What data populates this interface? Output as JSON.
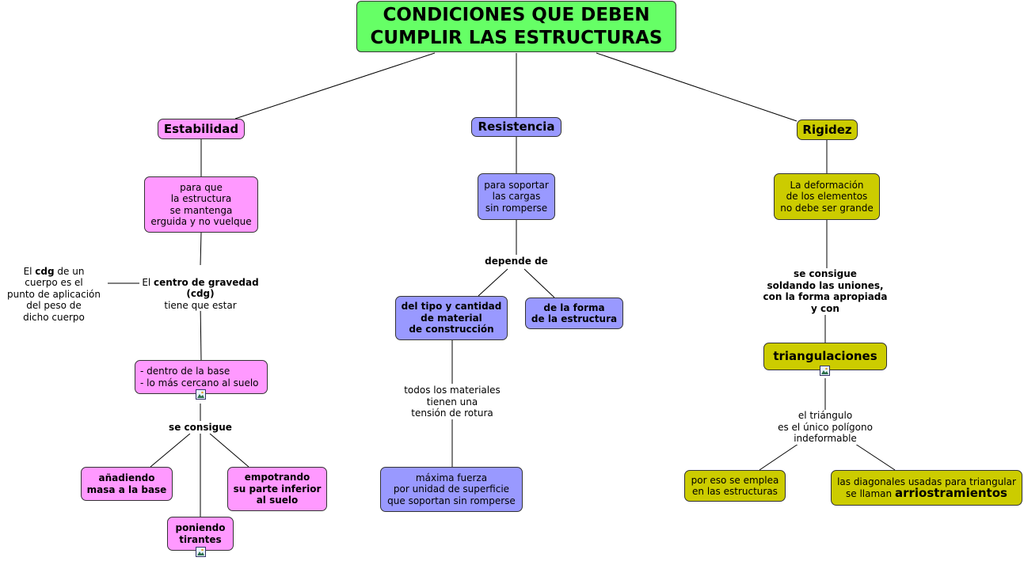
{
  "title": {
    "line1": "CONDICIONES QUE DEBEN",
    "line2": "CUMPLIR LAS ESTRUCTURAS",
    "color": "#66ff66"
  },
  "estabilidad": {
    "color": "#ff99ff",
    "heading": "Estabilidad",
    "purpose": "para que\nla estructura\nse mantenga\nerguida y no vuelque",
    "cdg_note": {
      "pre": "El ",
      "bold": "cdg",
      "post": " de un\ncuerpo es el\npunto de aplicación\ndel peso de\ndicho cuerpo"
    },
    "cdg_text": {
      "pre": "El ",
      "bold": "centro de gravedad\n(cdg)",
      "post": "\ntiene que estar"
    },
    "position": "- dentro de la base\n- lo más cercano al suelo",
    "se_consigue": "se consigue",
    "method_mass": "añadiendo\nmasa a la base",
    "method_embed": "empotrando\nsu parte inferior\nal suelo",
    "method_ties": "poniendo\ntirantes"
  },
  "resistencia": {
    "color": "#9999ff",
    "heading": "Resistencia",
    "purpose": "para soportar\nlas cargas\nsin romperse",
    "depends": "depende de",
    "material": "del tipo y cantidad\nde material\nde construcción",
    "shape": "de la forma\nde la estructura",
    "tension": "todos los materiales\ntienen una\ntensión de rotura",
    "max_force": "máxima fuerza\npor unidad de superficie\nque soportan sin romperse"
  },
  "rigidez": {
    "color": "#cccc00",
    "heading": "Rigidez",
    "purpose": "La deformación\nde los elementos\nno debe ser grande",
    "achieved": "se consigue\nsoldando las uniones,\ncon la forma apropiada\ny con",
    "triangulations": "triangulaciones",
    "triangle": "el triángulo\nes el único polígono\nindeformable",
    "use": "por eso se emplea\nen las estructuras",
    "bracing_pre": "las diagonales usadas para triangular\nse llaman ",
    "bracing_bold": "arriostramientos"
  }
}
